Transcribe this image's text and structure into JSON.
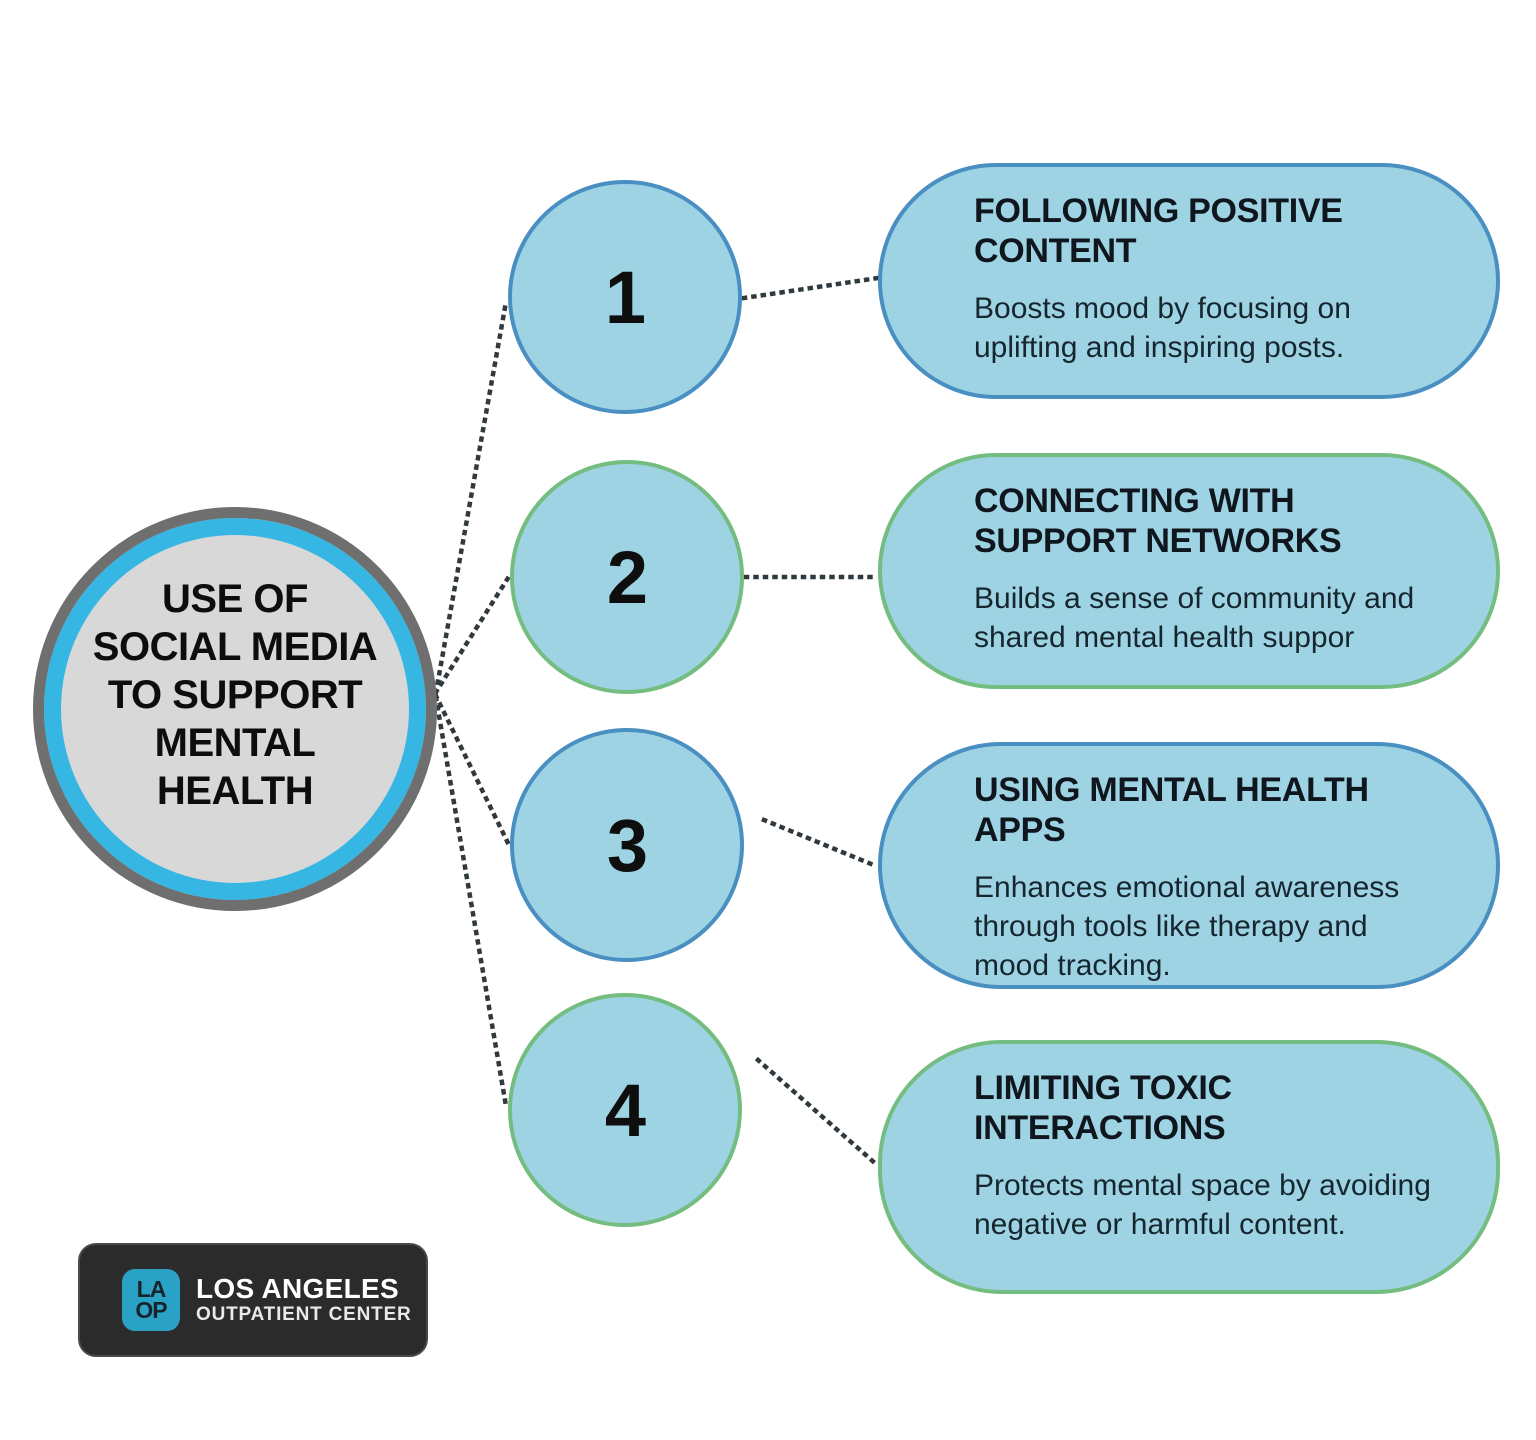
{
  "hub": {
    "title": "USE OF SOCIAL MEDIA TO SUPPORT MENTAL HEALTH"
  },
  "steps": [
    {
      "number": "1",
      "title": "FOLLOWING POSITIVE CONTENT",
      "description": "Boosts mood by focusing on uplifting and inspiring posts.",
      "accent": "blue"
    },
    {
      "number": "2",
      "title": "CONNECTING WITH SUPPORT NETWORKS",
      "description": "Builds a sense of community and shared mental health suppor",
      "accent": "green"
    },
    {
      "number": "3",
      "title": "USING MENTAL HEALTH APPS",
      "description": "Enhances emotional awareness through tools like therapy and mood tracking.",
      "accent": "blue"
    },
    {
      "number": "4",
      "title": "LIMITING TOXIC INTERACTIONS",
      "description": "Protects mental space by avoiding negative or harmful content.",
      "accent": "green"
    }
  ],
  "footer_logo": {
    "icon_line1": "LA",
    "icon_line2": "OP",
    "name": "LOS ANGELES",
    "subtitle": "OUTPATIENT CENTER"
  },
  "colors": {
    "shape_fill": "#9ed3e3",
    "blue_accent": "#4a8fc2",
    "green_accent": "#74bd80",
    "hub_ring_cyan": "#35b6e3",
    "hub_ring_gray": "#6f6f6f",
    "hub_fill": "#d8d8d8",
    "connector_dots": "#30393d",
    "logo_background": "#2b2b2b",
    "logo_icon_blue": "#2aa2c6"
  }
}
